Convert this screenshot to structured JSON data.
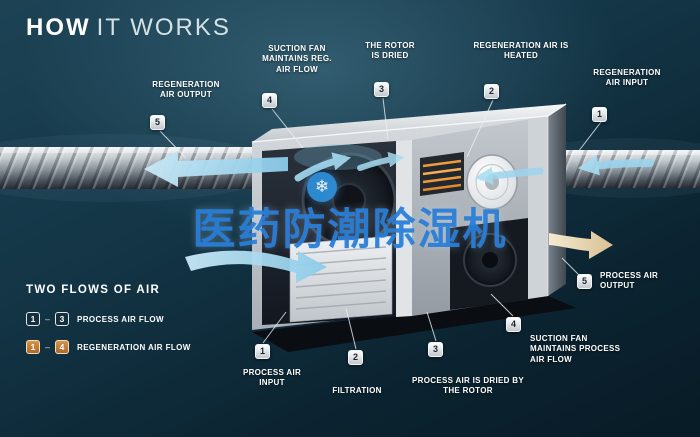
{
  "title": {
    "bold": "HOW",
    "light": "IT WORKS"
  },
  "watermark": {
    "logo_glyph": "❄",
    "text": "医药防潮除湿机",
    "color": "#2b7fd9"
  },
  "callouts": {
    "top": [
      {
        "num": "5",
        "label": "REGENERATION AIR OUTPUT"
      },
      {
        "num": "4",
        "label": "SUCTION FAN MAINTAINS REG. AIR FLOW"
      },
      {
        "num": "3",
        "label": "THE ROTOR IS DRIED"
      },
      {
        "num": "2",
        "label": "REGENERATION AIR IS HEATED"
      },
      {
        "num": "1",
        "label": "REGENERATION AIR INPUT"
      }
    ],
    "bottom": [
      {
        "num": "1",
        "label": "PROCESS AIR INPUT"
      },
      {
        "num": "2",
        "label": "FILTRATION"
      },
      {
        "num": "3",
        "label": "PROCESS AIR IS DRIED BY THE ROTOR"
      },
      {
        "num": "4",
        "label": "SUCTION FAN MAINTAINS PROCESS AIR FLOW"
      },
      {
        "num": "5",
        "label": "PROCESS AIR OUTPUT"
      }
    ]
  },
  "legend": {
    "heading": "TWO FLOWS OF AIR",
    "separator": "–",
    "rows": [
      {
        "badge_from": "1",
        "badge_to": "3",
        "label": "PROCESS AIR FLOW",
        "badge_style": "process"
      },
      {
        "badge_from": "1",
        "badge_to": "4",
        "label": "REGENERATION AIR FLOW",
        "badge_style": "regeneration"
      }
    ]
  },
  "colors": {
    "background_top": "#1c4355",
    "background_bottom": "#081b26",
    "airflow_blue": "#9dd6f0",
    "output_beige": "#ead9b4",
    "heater_orange": "#ef9a3d",
    "watermark_blue": "#2b7fd9"
  }
}
